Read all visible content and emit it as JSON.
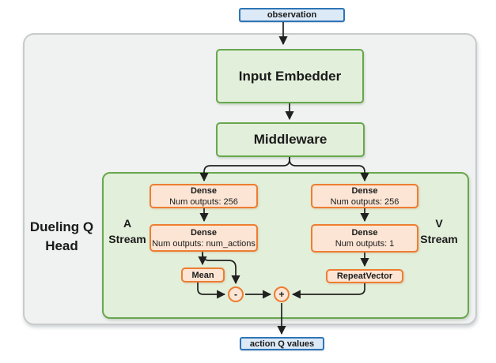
{
  "colors": {
    "io_border": "#2E75B6",
    "io_fill": "#DCE9F6",
    "green_border": "#68A74D",
    "green_fill": "#E2EFDA",
    "orange_border": "#ED7D31",
    "orange_fill": "#FCE5D4",
    "container_fill": "#F0F1F1",
    "arrow": "#202020"
  },
  "nodes": {
    "observation": {
      "label": "observation"
    },
    "input_embedder": {
      "label": "Input Embedder"
    },
    "middleware": {
      "label": "Middleware"
    },
    "action_q_values": {
      "label": "action Q values"
    }
  },
  "head": {
    "title": [
      "Dueling Q",
      "Head"
    ],
    "a_stream": {
      "label": [
        "A",
        "Stream"
      ],
      "dense": [
        {
          "title": "Dense",
          "subtitle": "Num outputs: 256"
        },
        {
          "title": "Dense",
          "subtitle": "Num outputs: num_actions"
        }
      ],
      "mean": {
        "label": "Mean"
      }
    },
    "v_stream": {
      "label": [
        "V",
        "Stream"
      ],
      "dense": [
        {
          "title": "Dense",
          "subtitle": "Num outputs: 256"
        },
        {
          "title": "Dense",
          "subtitle": "Num outputs: 1"
        }
      ],
      "repeat_vector": {
        "label": "RepeatVector"
      }
    },
    "operators": {
      "subtract": "-",
      "add": "+"
    }
  }
}
